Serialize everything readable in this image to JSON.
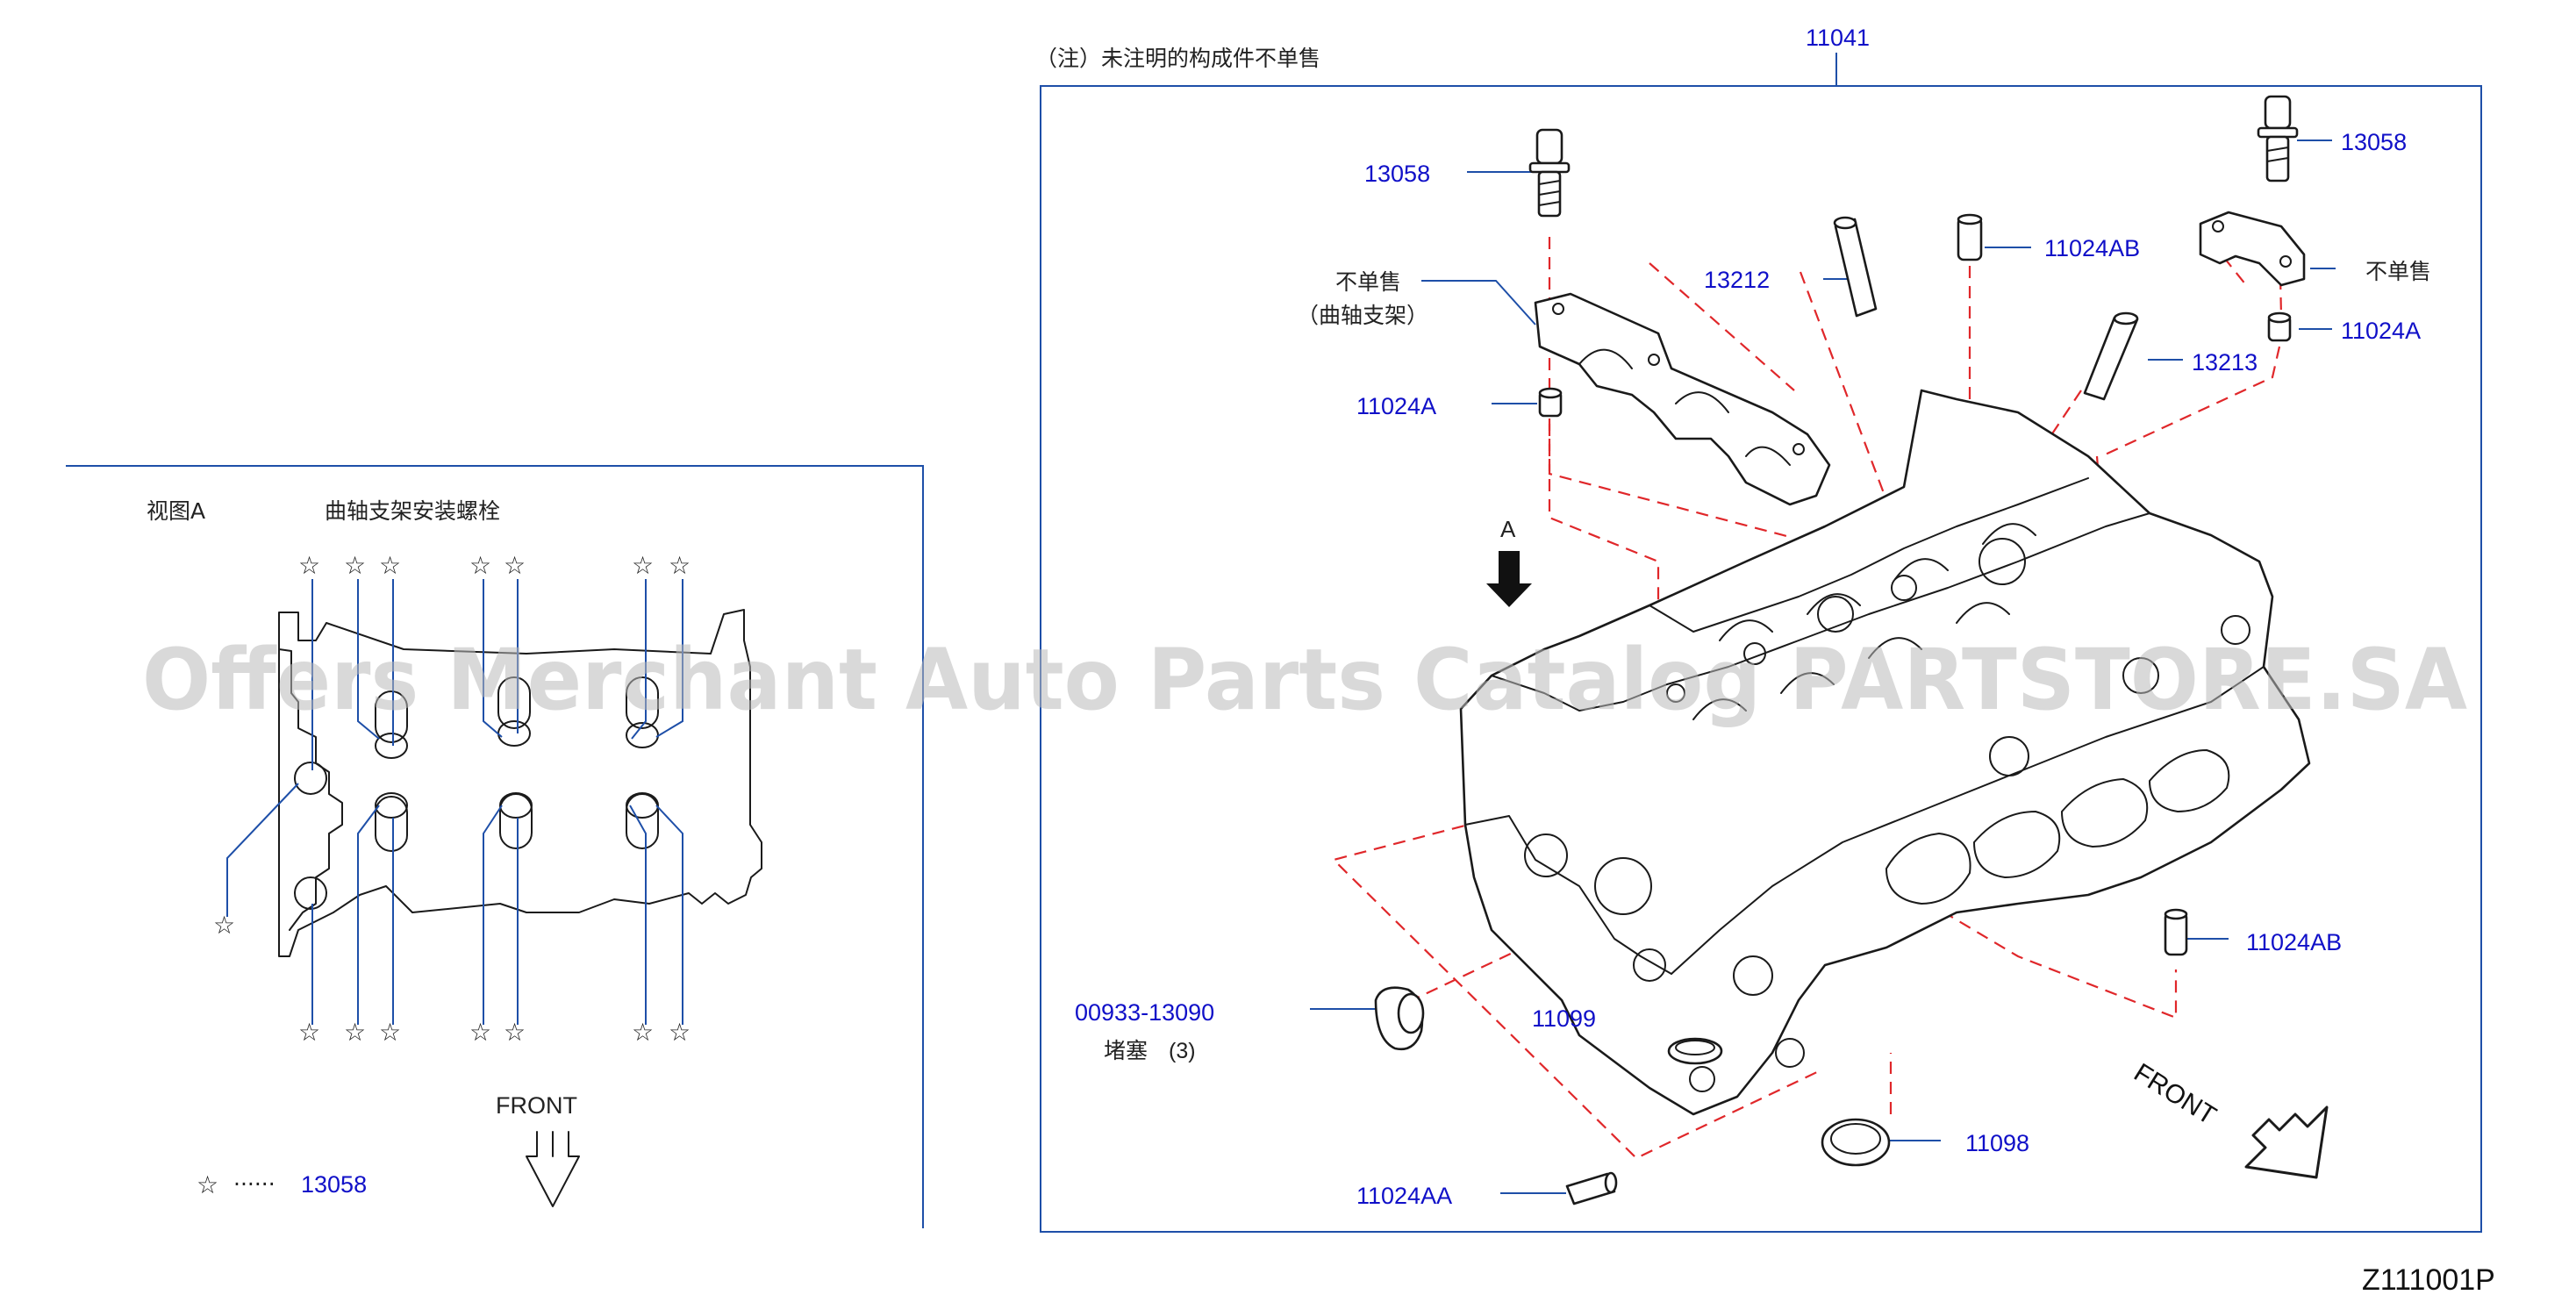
{
  "watermark": "Offers Merchant Auto Parts Catalog PARTSTORE.SA",
  "figure_code": "Z111001P",
  "main_view": {
    "note": "（注）未注明的构成件不单售",
    "assembly_number": "11041",
    "front_label": "FRONT",
    "view_marker": "A",
    "part_labels": {
      "bolt_left": "13058",
      "bolt_right": "13058",
      "guide_13212": "13212",
      "guide_13213": "13213",
      "dowel_ab_top": "11024AB",
      "dowel_ab_right": "11024AB",
      "dowel_a_left": "11024A",
      "dowel_a_right": "11024A",
      "plug_number": "00933-13090",
      "plug_name": "堵塞",
      "plug_qty": "(3)",
      "seal_11099": "11099",
      "seal_11098": "11098",
      "dowel_aa": "11024AA"
    },
    "not_sold_left_line1": "不单售",
    "not_sold_left_line2": "（曲轴支架）",
    "not_sold_right": "不单售"
  },
  "view_a": {
    "title": "视图A",
    "subtitle": "曲轴支架安装螺栓",
    "front_label": "FRONT",
    "legend_symbol": "☆",
    "legend_dots": "······",
    "legend_part": "13058"
  }
}
